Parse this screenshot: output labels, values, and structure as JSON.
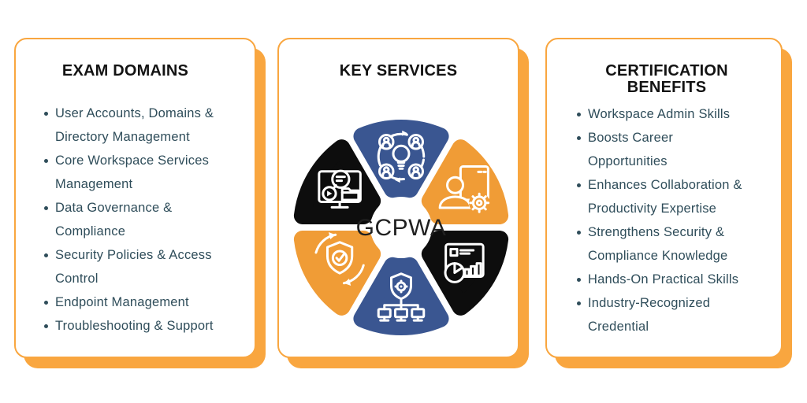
{
  "colors": {
    "accent_orange": "#F9A63F",
    "petal_orange": "#F09C36",
    "petal_blue": "#3A5691",
    "petal_black": "#0D0D0D",
    "body_text": "#2F4D5A",
    "title_text": "#131313",
    "center_text": "#202020",
    "card_bg": "#FFFFFF"
  },
  "cards": {
    "exam_domains": {
      "title": "EXAM DOMAINS",
      "items": [
        [
          "User Accounts, Domains &",
          "Directory Management"
        ],
        [
          "Core Workspace Services",
          "Management"
        ],
        [
          "Data Governance &",
          "Compliance"
        ],
        [
          "Security Policies & Access",
          "Control"
        ],
        [
          "Endpoint Management"
        ],
        [
          "Troubleshooting & Support"
        ]
      ]
    },
    "key_services": {
      "title": "KEY SERVICES",
      "center_label": "GCPWA",
      "petals": [
        {
          "position": "top",
          "color": "blue",
          "icon": "team-collaboration-icon"
        },
        {
          "position": "top-right",
          "color": "orange",
          "icon": "user-admin-settings-icon"
        },
        {
          "position": "bottom-right",
          "color": "black",
          "icon": "analytics-dashboard-icon"
        },
        {
          "position": "bottom",
          "color": "blue",
          "icon": "network-security-icon"
        },
        {
          "position": "bottom-left",
          "color": "orange",
          "icon": "security-compliance-icon"
        },
        {
          "position": "top-left",
          "color": "black",
          "icon": "content-media-icon"
        }
      ]
    },
    "certification_benefits": {
      "title_lines": [
        "CERTIFICATION",
        "BENEFITS"
      ],
      "items": [
        [
          "Workspace Admin Skills"
        ],
        [
          "Boosts Career",
          "Opportunities"
        ],
        [
          "Enhances Collaboration &",
          "Productivity Expertise"
        ],
        [
          "Strengthens Security &",
          "Compliance Knowledge"
        ],
        [
          "Hands-On Practical Skills"
        ],
        [
          "Industry-Recognized",
          "Credential"
        ]
      ]
    }
  }
}
